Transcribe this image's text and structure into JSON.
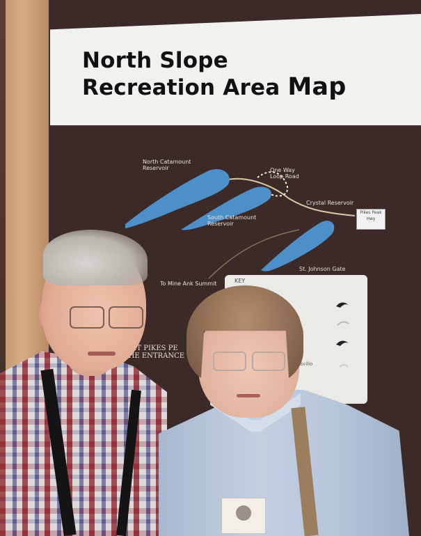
{
  "sign": {
    "title_line1": "North Slope",
    "title_line2_prefix": "Recreation Area",
    "title_line2_map": "Map"
  },
  "map_labels": {
    "north_reservoir": "North Catamount\nReservoir",
    "one_way": "One Way\nLoop Road",
    "crystal": "Crystal Reservoir",
    "south_reservoir": "South Catamount\nReservoir",
    "st_john": "St. Johnson Gate",
    "maple_ridge": "To Mine Ank Summit",
    "info_box": "Pikes Peak\nHwy"
  },
  "exit_text": "EXIT PIKES PE\nTHE ENTRANCE",
  "key_panel": {
    "title": "KEY",
    "item_label": "Pavilio"
  },
  "colors": {
    "board": "#3b2a27",
    "water": "#4d8fc9",
    "header": "#f1f1ee"
  }
}
